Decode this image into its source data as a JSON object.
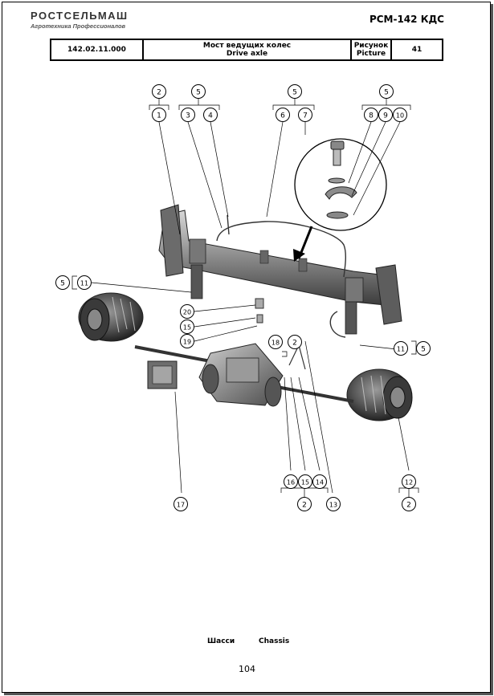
{
  "header": {
    "logo_text": "РОСТСЕЛЬМАШ",
    "logo_tagline": "Агротехника Профессионалов",
    "model": "РСМ-142 КДС",
    "doc_number": "142.02.11.000",
    "title_ru": "Мост ведущих колес",
    "title_en": "Drive axle",
    "figure_label_ru": "Рисунок",
    "figure_label_en": "Picture",
    "figure_number": "41"
  },
  "callouts": {
    "c_2a": "2",
    "c_1": "1",
    "c_5a": "5",
    "c_3": "3",
    "c_4": "4",
    "c_5b": "5",
    "c_6": "6",
    "c_7": "7",
    "c_5c": "5",
    "c_8": "8",
    "c_9": "9",
    "c_10": "10",
    "c_5d": "5",
    "c_11a": "11",
    "c_20": "20",
    "c_15a": "15",
    "c_19": "19",
    "c_18": "18",
    "c_2b": "2",
    "c_11b": "11",
    "c_5e": "5",
    "c_16": "16",
    "c_15b": "15",
    "c_14": "14",
    "c_2c": "2",
    "c_13": "13",
    "c_12": "12",
    "c_2d": "2",
    "c_17": "17"
  },
  "footer": {
    "section_ru": "Шасси",
    "section_en": "Chassis",
    "page_number": "104"
  }
}
